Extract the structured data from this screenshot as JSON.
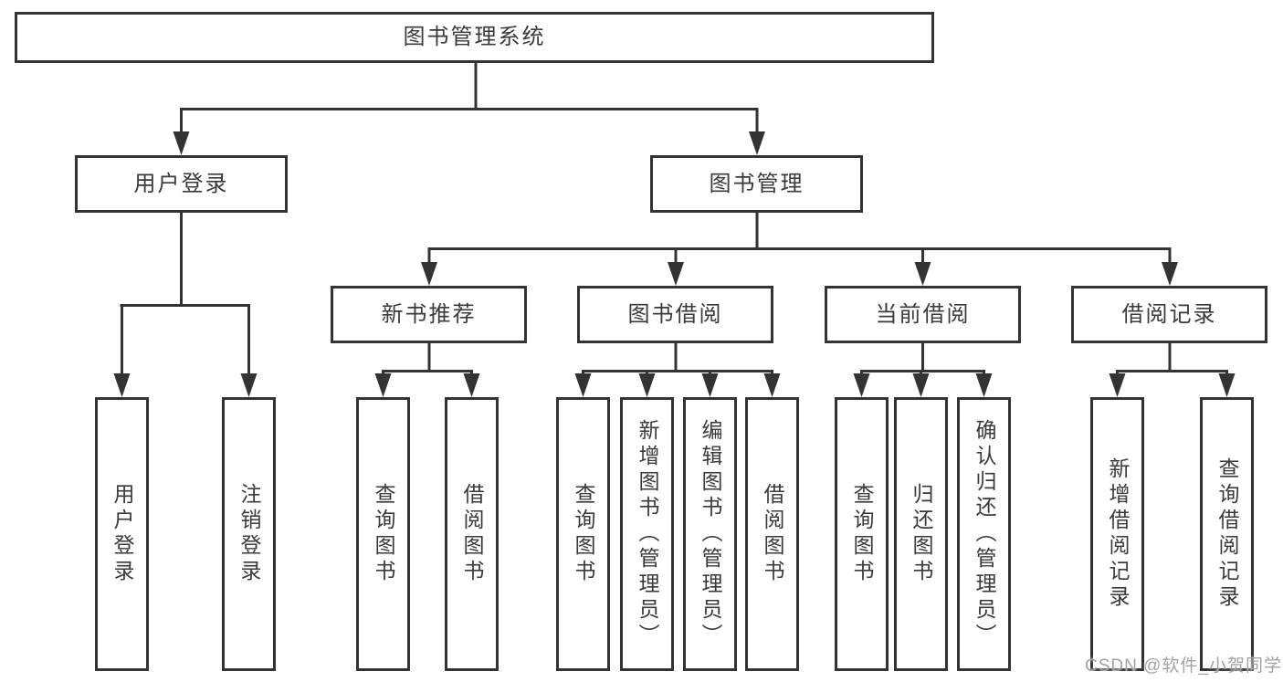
{
  "diagram": {
    "root": {
      "label": "图书管理系统"
    },
    "branches": [
      {
        "label": "用户登录",
        "children": [
          {
            "label": "用户登录"
          },
          {
            "label": "注销登录"
          }
        ]
      },
      {
        "label": "图书管理",
        "children": [
          {
            "label": "新书推荐",
            "children": [
              {
                "label": "查询图书"
              },
              {
                "label": "借阅图书"
              }
            ]
          },
          {
            "label": "图书借阅",
            "children": [
              {
                "label": "查询图书"
              },
              {
                "label": "新增图书（管理员）"
              },
              {
                "label": "编辑图书（管理员）"
              },
              {
                "label": "借阅图书"
              }
            ]
          },
          {
            "label": "当前借阅",
            "children": [
              {
                "label": "查询图书"
              },
              {
                "label": "归还图书"
              },
              {
                "label": "确认归还（管理员）"
              }
            ]
          },
          {
            "label": "借阅记录",
            "children": [
              {
                "label": "新增借阅记录"
              },
              {
                "label": "查询借阅记录"
              }
            ]
          }
        ]
      }
    ]
  },
  "colors": {
    "line": "#333333",
    "text": "#3a3a3a",
    "watermark_gray": "#a3a3a3",
    "background": "#ffffff"
  },
  "watermark": {
    "text": "CSDN @软件_小贺同学"
  }
}
